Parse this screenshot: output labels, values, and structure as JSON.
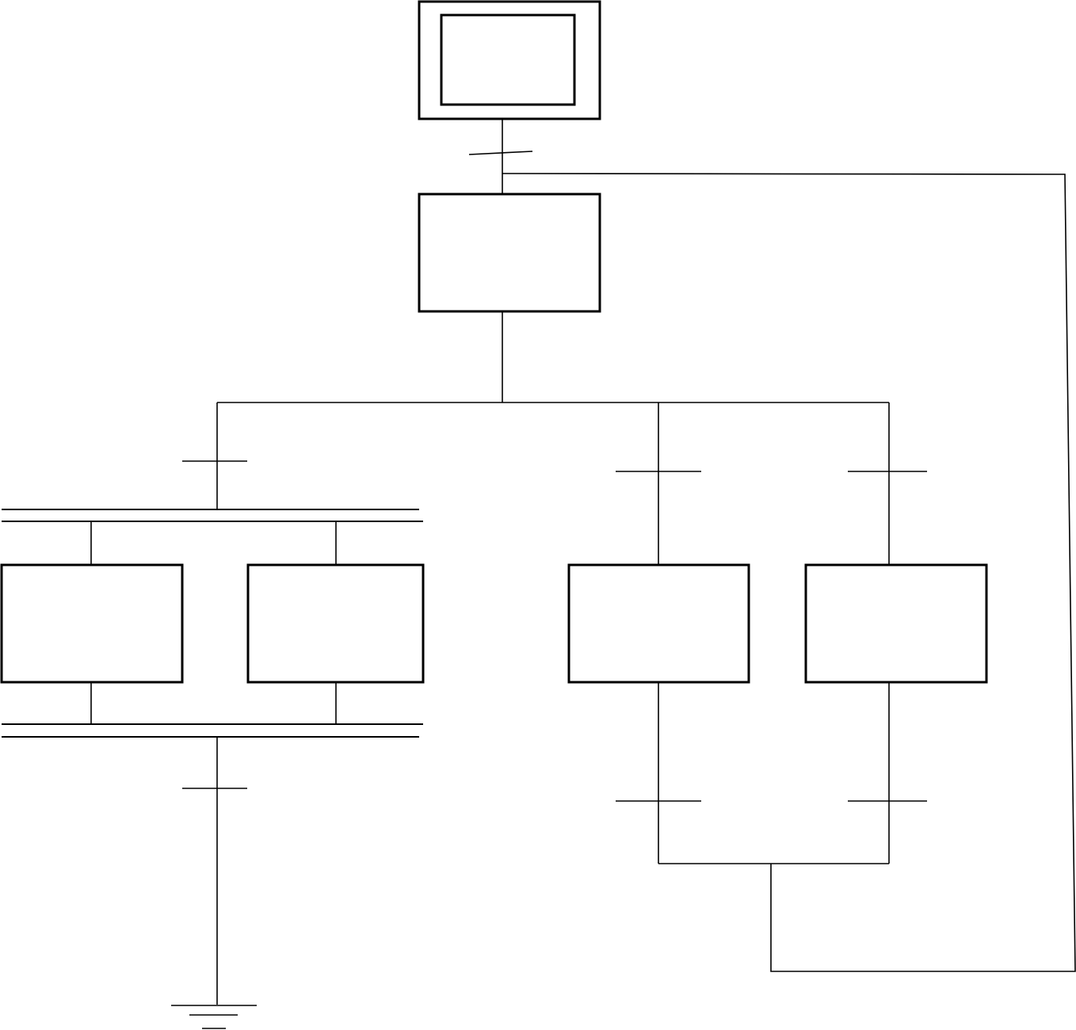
{
  "diagram": {
    "type": "grafcet",
    "stroke_color": "#000000",
    "background_color": "#ffffff",
    "steps": [
      {
        "id": "initial-step",
        "kind": "initial"
      },
      {
        "id": "step-1",
        "kind": "normal"
      },
      {
        "id": "step-parallel-left",
        "kind": "normal"
      },
      {
        "id": "step-parallel-right",
        "kind": "normal"
      },
      {
        "id": "step-branch-a",
        "kind": "normal"
      },
      {
        "id": "step-branch-b",
        "kind": "normal"
      }
    ],
    "transitions": [
      {
        "id": "transition-initial-to-step-1"
      },
      {
        "id": "transition-to-parallel"
      },
      {
        "id": "transition-to-branch-a"
      },
      {
        "id": "transition-to-branch-b"
      },
      {
        "id": "transition-after-parallel"
      },
      {
        "id": "transition-after-branch-a"
      },
      {
        "id": "transition-after-branch-b"
      }
    ],
    "terminal_symbol": "ground-icon",
    "loop_back": {
      "from": "branch-merge",
      "to": "step-1"
    }
  }
}
